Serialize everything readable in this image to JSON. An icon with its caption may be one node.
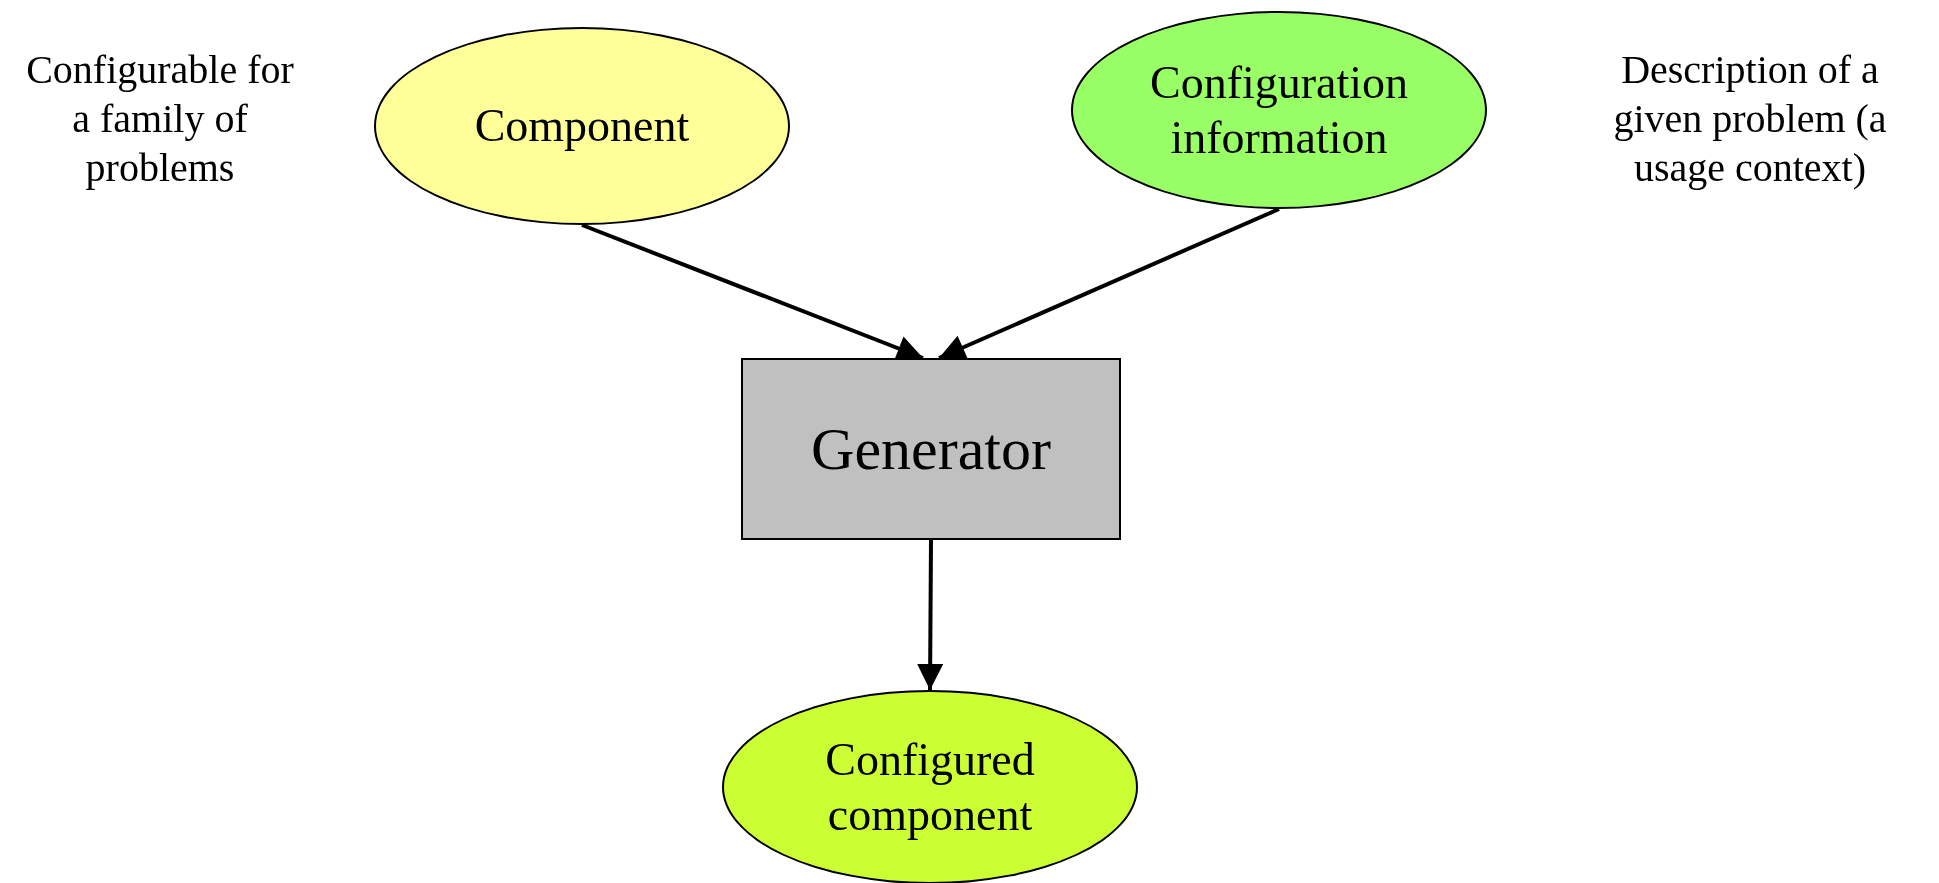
{
  "diagram": {
    "nodes": [
      {
        "text": [
          "Component"
        ],
        "beside": [
          "Configurable for a family of problems"
        ]
      },
      {
        "text": [
          "Configuration information"
        ],
        "beside": [
          "Description of a given problem (a usage context)"
        ]
      },
      {
        "text": [
          "Generator"
        ]
      },
      {
        "text": [
          "Configured component"
        ]
      }
    ],
    "edges": [
      {
        "from": 0,
        "to": 2,
        "arrow": "to"
      },
      {
        "from": 1,
        "to": 2,
        "arrow": "to"
      },
      {
        "from": 2,
        "to": 3,
        "arrow": "to"
      }
    ]
  }
}
